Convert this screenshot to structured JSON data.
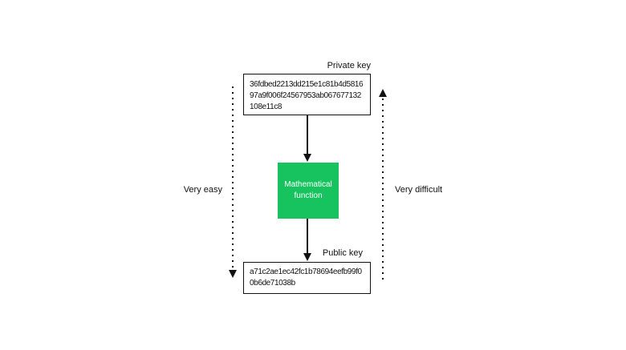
{
  "diagram": {
    "private_key": {
      "label": "Private key",
      "value": "36fdbed2213dd215e1c81b4d581697a9f006f24567953ab067677132108e11c8"
    },
    "function": {
      "label": "Mathematical function"
    },
    "public_key": {
      "label": "Public key",
      "value": "a71c2ae1ec42fc1b78694eefb99f00b6de71038b"
    },
    "annotations": {
      "left": "Very easy",
      "right": "Very difficult"
    },
    "colors": {
      "function_fill": "#17c35f",
      "stroke": "#111111",
      "background": "#ffffff"
    }
  }
}
